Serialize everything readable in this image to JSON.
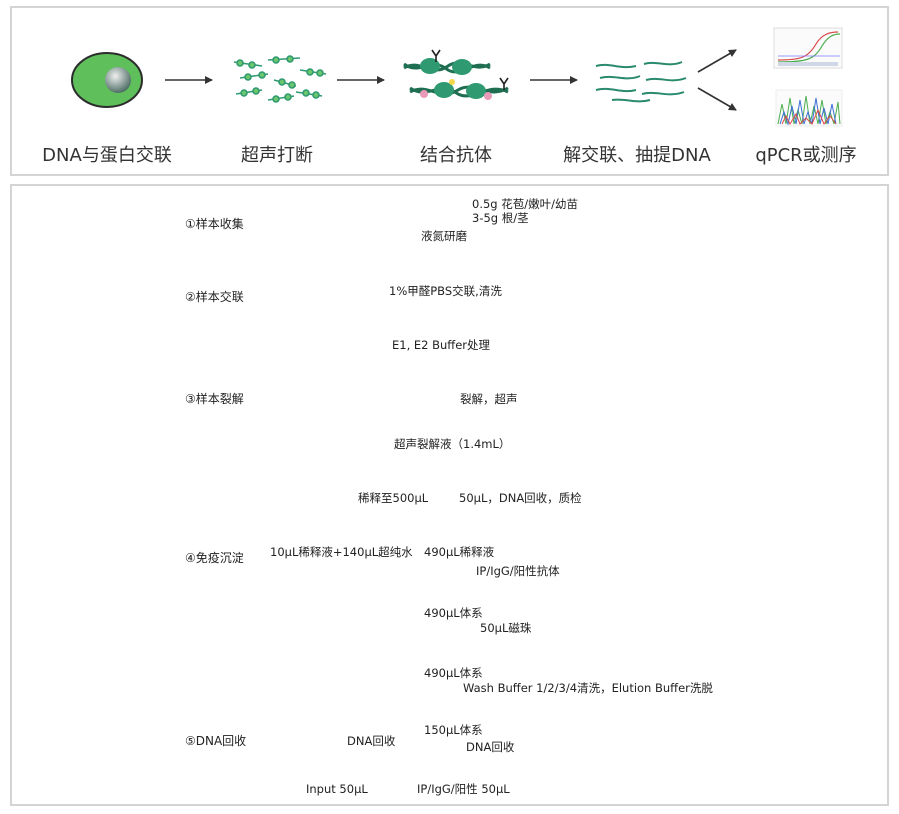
{
  "top_stages": [
    {
      "label": "DNA与蛋白交联",
      "icon": "cell-nucleus-icon"
    },
    {
      "label": "超声打断",
      "icon": "fragmented-chromatin-icon"
    },
    {
      "label": "结合抗体",
      "icon": "antibody-bound-chromatin-icon"
    },
    {
      "label": "解交联、抽提DNA",
      "icon": "dna-strands-icon"
    },
    {
      "label": "qPCR或测序",
      "icon": "qpcr-sequencing-chart-icon"
    }
  ],
  "steps": {
    "s1": "①样本收集",
    "s2": "②样本交联",
    "s3": "③样本裂解",
    "s4": "④免疫沉淀",
    "s5": "⑤DNA回收"
  },
  "flow": {
    "sample_a": "0.5g 花苞/嫩叶/幼苗",
    "sample_b": "3-5g 根/茎",
    "grind": "液氮研磨",
    "crosslink": "1%甲醛PBS交联,清洗",
    "buffer": "E1, E2 Buffer处理",
    "lyse": "裂解，超声",
    "lysate": "超声裂解液（1.4mL）",
    "dilute": "稀释至500μL",
    "qc": "50μL，DNA回收，质检",
    "input_mix": "10μL稀释液+140μL超纯水",
    "ip_dilute": "490μL稀释液",
    "antibody": "IP/IgG/阳性抗体",
    "system1": "490μL体系",
    "beads": "50μL磁珠",
    "system2": "490μL体系",
    "wash": "Wash Buffer 1/2/3/4清洗，Elution Buffer洗脱",
    "system3": "150μL体系",
    "dna_recover_right": "DNA回收",
    "dna_recover_left": "DNA回收",
    "input_final": "Input 50μL",
    "ip_final": "IP/IgG/阳性  50μL"
  },
  "colors": {
    "tube_green": "#5bb85a",
    "tube_cyan": "#49c4d6",
    "tube_lime": "#9ccc3c",
    "tube_salmon": "#d99a8a",
    "chromatin_green": "#2f9a72",
    "antibody_red": "#e8604a",
    "input_line": "#9fd6a0"
  }
}
